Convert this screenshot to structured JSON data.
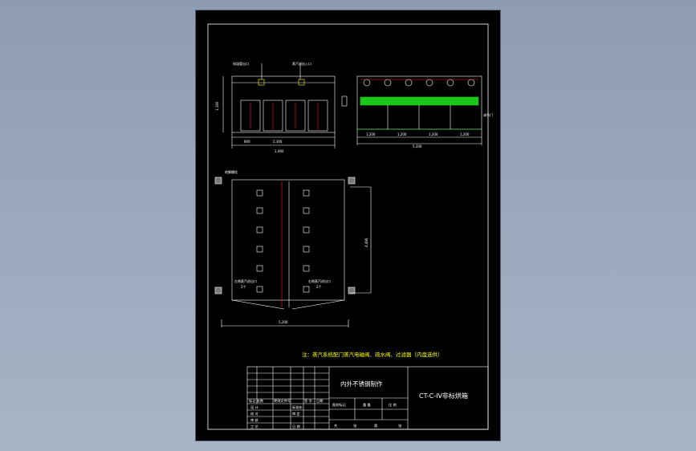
{
  "app": {
    "background_top": "#8e9cb3",
    "background_bottom": "#a9b4c5",
    "sheet_color": "#000000",
    "line_color": "#ffffff",
    "accent_red": "#ff2020",
    "accent_green": "#19c819",
    "accent_yellow": "#ffff00"
  },
  "drawing": {
    "front_view": {
      "callouts": [
        "排湿管出口",
        "蒸汽进出入口"
      ],
      "dims": [
        "800",
        "2,300",
        "1,460",
        "1,160"
      ]
    },
    "side_view": {
      "dims": [
        "1,200",
        "1,200",
        "1,200",
        "1,200",
        "5,200"
      ],
      "label": "调节门"
    },
    "plan_view": {
      "label_top": "地脚螺栓",
      "label_left": "左侧蒸汽进出口",
      "label_right": "右侧蒸汽进出口",
      "dims": [
        "5,200",
        "4,490"
      ],
      "qty_left": "2个",
      "qty_right": "2个"
    },
    "note": "注：蒸汽系统配门蒸汽电磁阀、疏水阀、过滤器（内盘选供）",
    "title_block": {
      "material": "内外不锈钢制作",
      "drawing_name": "CT-C-IV非标烘箱",
      "row_labels": [
        "标记 处数",
        "更改文件号",
        "签 字",
        "日期"
      ],
      "roles": [
        "设 计",
        "校 对",
        "审 核",
        "工 艺"
      ],
      "cols": [
        "标准化",
        "审 定",
        "日 期"
      ],
      "stage": [
        "图样标记",
        "重 量",
        "比 例"
      ],
      "sheet": [
        "共",
        "张",
        "第",
        "张"
      ]
    }
  }
}
